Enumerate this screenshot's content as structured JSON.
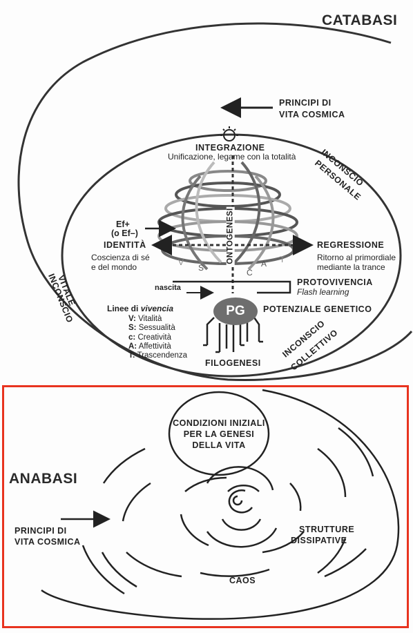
{
  "catabasi": {
    "title": "CATABASI",
    "principi_arrow_label_1": "PRINCIPI DI",
    "principi_arrow_label_2": "VITA COSMICA",
    "integrazione": "INTEGRAZIONE",
    "integrazione_sub": "Unificazione, legame con la totalità",
    "inconscio_personale_1": "INCONSCIO",
    "inconscio_personale_2": "PERSONALE",
    "inconscio_vitale_1": "INCONSCIO",
    "inconscio_vitale_2": "VITALE",
    "inconscio_collettivo_1": "INCONSCIO",
    "inconscio_collettivo_2": "COLLETTIVO",
    "ef_1": "Ef+",
    "ef_2": "(o Ef–)",
    "identita": "IDENTITÀ",
    "identita_sub_1": "Coscienza di sé",
    "identita_sub_2": "e del mondo",
    "regressione": "REGRESSIONE",
    "regressione_sub_1": "Ritorno al primordiale",
    "regressione_sub_2": "mediante la trance",
    "ontogenesi": "ONTOGENESI",
    "spiral_letters": [
      "V",
      "S",
      "C",
      "A",
      "T"
    ],
    "protovivencia": "PROTOVIVENCIA",
    "flash_learning": "Flash learning",
    "nascita": "nascita",
    "pg": "PG",
    "potenziale_genetico": "POTENZIALE GENETICO",
    "linee_title_a": "Linee di ",
    "linee_title_b": "vivencia",
    "linee": [
      {
        "key": "V:",
        "value": "Vitalità"
      },
      {
        "key": "S:",
        "value": "Sessualità"
      },
      {
        "key": "c:",
        "value": "Creatività"
      },
      {
        "key": "A:",
        "value": "Affettività"
      },
      {
        "key": "T:",
        "value": "Trascendenza"
      }
    ],
    "filogenesi": "FILOGENESI"
  },
  "anabasi": {
    "title": "ANABASI",
    "condizioni_1": "CONDIZIONI INIZIALI",
    "condizioni_2": "PER LA GENESI",
    "condizioni_3": "DELLA VITA",
    "principi_1": "PRINCIPI DI",
    "principi_2": "VITA COSMICA",
    "strutture_1": "STRUTTURE",
    "strutture_2": "DISSIPATIVE",
    "caos": "CAOS"
  },
  "colors": {
    "frame": "#e8331f",
    "ink": "#222222",
    "pg_fill": "#6e6e6e"
  }
}
